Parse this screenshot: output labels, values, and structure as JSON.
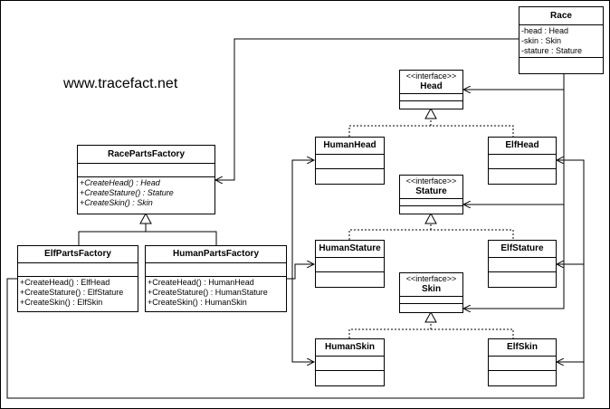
{
  "watermark": "www.tracefact.net",
  "classes": {
    "race": {
      "name": "Race",
      "attributes": [
        "-head : Head",
        "-skin : Skin",
        "-stature : Stature"
      ]
    },
    "head_interface": {
      "stereotype": "<<interface>>",
      "name": "Head"
    },
    "stature_interface": {
      "stereotype": "<<interface>>",
      "name": "Stature"
    },
    "skin_interface": {
      "stereotype": "<<interface>>",
      "name": "Skin"
    },
    "human_head": {
      "name": "HumanHead"
    },
    "elf_head": {
      "name": "ElfHead"
    },
    "human_stature": {
      "name": "HumanStature"
    },
    "elf_stature": {
      "name": "ElfStature"
    },
    "human_skin": {
      "name": "HumanSkin"
    },
    "elf_skin": {
      "name": "ElfSkin"
    },
    "race_parts_factory": {
      "name": "RacePartsFactory",
      "operations": [
        "+CreateHead() : Head",
        "+CreateStature() : Stature",
        "+CreateSkin() : Skin"
      ]
    },
    "elf_parts_factory": {
      "name": "ElfPartsFactory",
      "operations": [
        "+CreateHead() : ElfHead",
        "+CreateStature() : ElfStature",
        "+CreateSkin() : ElfSkin"
      ]
    },
    "human_parts_factory": {
      "name": "HumanPartsFactory",
      "operations": [
        "+CreateHead() : HumanHead",
        "+CreateStature() : HumanStature",
        "+CreateSkin() : HumanSkin"
      ]
    }
  }
}
